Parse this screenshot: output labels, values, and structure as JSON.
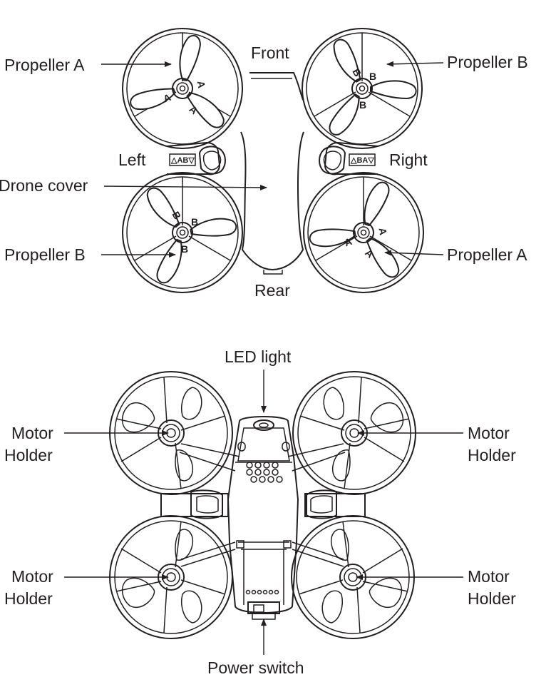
{
  "top_view": {
    "front": "Front",
    "rear": "Rear",
    "left": "Left",
    "right": "Right",
    "drone_cover": "Drone cover",
    "propeller_front_left": "Propeller A",
    "propeller_front_right": "Propeller B",
    "propeller_rear_left": "Propeller B",
    "propeller_rear_right": "Propeller A",
    "left_arm_marking": "△AB▽",
    "right_arm_marking": "△BA▽",
    "blade_letter_a": "A",
    "blade_letter_b": "B"
  },
  "bottom_view": {
    "led_light": "LED light",
    "power_switch": "Power switch",
    "motor_holder_line1": "Motor",
    "motor_holder_line2": "Holder"
  }
}
